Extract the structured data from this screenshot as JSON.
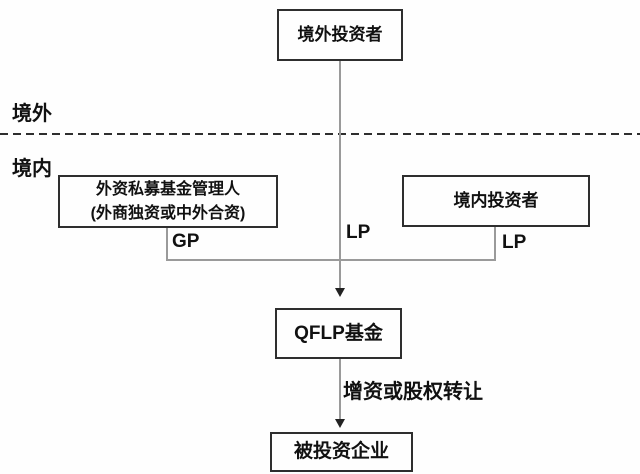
{
  "diagram": {
    "regions": {
      "overseas": "境外",
      "domestic": "境内"
    },
    "nodes": {
      "overseas_investor": "境外投资者",
      "fund_manager_line1": "外资私募基金管理人",
      "fund_manager_line2": "(外商独资或中外合资)",
      "domestic_investor": "境内投资者",
      "qflp_fund": "QFLP基金",
      "investee": "被投资企业"
    },
    "edge_labels": {
      "gp": "GP",
      "lp_center": "LP",
      "lp_right": "LP",
      "capital_transfer": "增资或股权转让"
    },
    "colors": {
      "box_border": "#2e2e2e",
      "connector_line": "#9a9a9a",
      "arrowhead": "#222222",
      "text": "#111111",
      "background": "#fefefe"
    }
  }
}
